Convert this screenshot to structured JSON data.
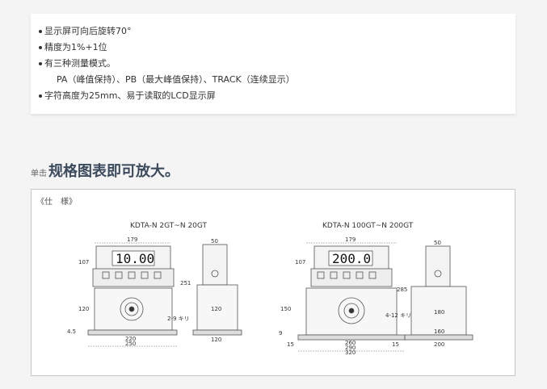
{
  "features": {
    "items": [
      "显示屏可向后旋转70°",
      "精度为1%+1位",
      "有三种测量模式。",
      "PA（峰值保持）、PB（最大峰值保持）、TRACK（连续显示）",
      "字符高度为25mm、易于读取的LCD显示屏"
    ]
  },
  "heading": {
    "prefix": "单击",
    "title": "规格图表即可放大。"
  },
  "spec": {
    "label": "《仕　様》",
    "left_model": "KDTA-N 2GT~N 20GT",
    "right_model": "KDTA-N 100GT~N 200GT",
    "left_display": "10.00",
    "right_display": "200.0",
    "left_dims": {
      "w1": "179",
      "h1": "107",
      "h2": "251",
      "h3": "120",
      "w2": "220",
      "w3": "250",
      "side_w1": "50",
      "side_w2": "120",
      "side_w3": "120",
      "foot": "4.5",
      "hole": "2-9 キリ"
    },
    "right_dims": {
      "w1": "179",
      "h1": "107",
      "h2": "285",
      "h3": "150",
      "w2": "260",
      "w3": "290",
      "w4": "320",
      "side_w1": "50",
      "side_w2": "180",
      "side_w3": "160",
      "side_w4": "200",
      "foot": "9",
      "edge": "15",
      "edge2": "15",
      "hole": "4-12 キリ"
    }
  }
}
